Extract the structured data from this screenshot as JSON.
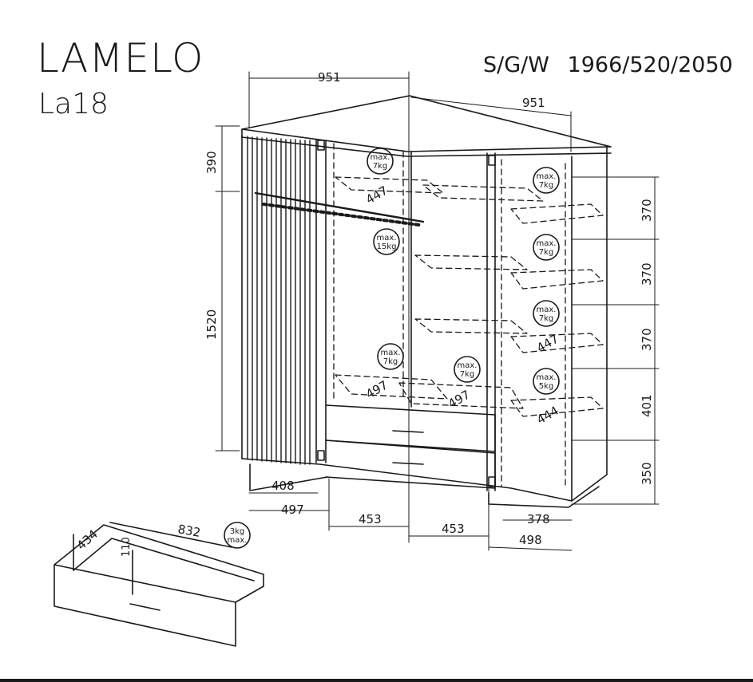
{
  "header": {
    "model_name": "LAMELO",
    "model_code": "La18",
    "dimensions_label": "S/G/W",
    "dimensions_value": "1966/520/2050"
  },
  "dimensions": {
    "top_left_width": "951",
    "top_right_width": "951",
    "height_top": "390",
    "height_middle": "1520",
    "right_shelf_1": "370",
    "right_shelf_2": "370",
    "right_shelf_3": "370",
    "right_shelf_4": "401",
    "right_base": "350",
    "bottom_lamella": "408",
    "bottom_left": "497",
    "bottom_mid_left": "453",
    "bottom_mid_right": "453",
    "bottom_right_inner": "378",
    "bottom_right_outer": "498",
    "shelf_depth_top": "447",
    "shelf_depth_right_mid": "447",
    "shelf_depth_right_low": "444",
    "shelf_depth_left_low": "497",
    "shelf_depth_mid_low": "497",
    "drawer_width": "832",
    "drawer_depth": "434",
    "drawer_height": "110"
  },
  "load_badges": {
    "top_shelf": [
      "max.",
      "7kg"
    ],
    "rail": [
      "max.",
      "15kg"
    ],
    "right_1": [
      "max.",
      "7kg"
    ],
    "right_2": [
      "max.",
      "7kg"
    ],
    "right_3": [
      "max.",
      "7kg"
    ],
    "right_4": [
      "max.",
      "5kg"
    ],
    "left_low": [
      "max.",
      "7kg"
    ],
    "mid_low": [
      "max.",
      "7kg"
    ],
    "drawer": [
      "3kg",
      "max."
    ]
  },
  "colors": {
    "line": "#1a1a1a",
    "background": "#ffffff"
  }
}
